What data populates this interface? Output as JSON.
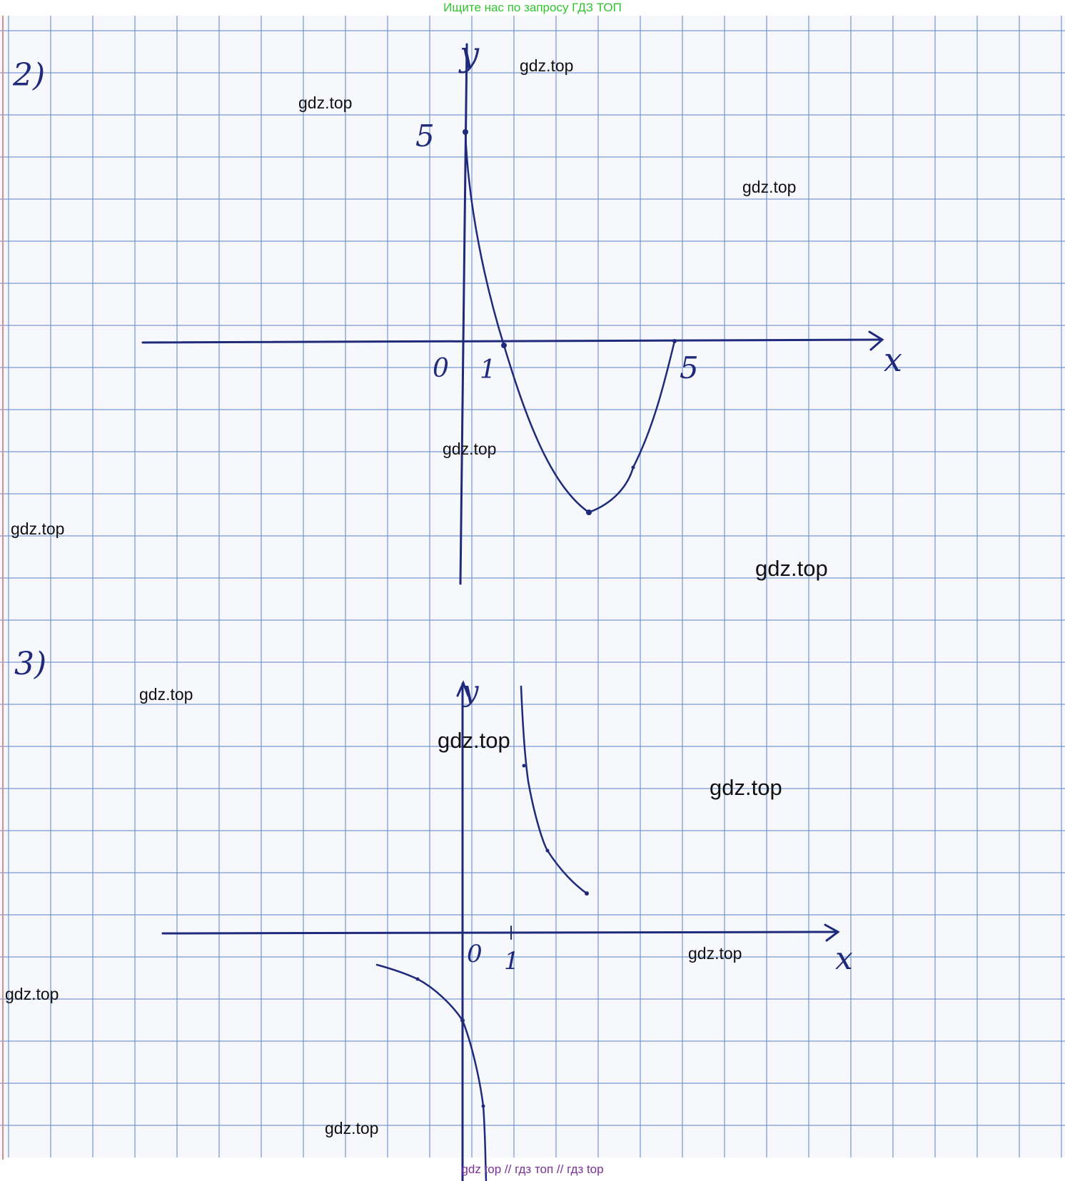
{
  "header": {
    "search_hint": "Ищите нас по запросу ГДЗ ТОП"
  },
  "footer": {
    "links": "gdz top  //  гдз топ  //  гдз top"
  },
  "watermark": "gdz.top",
  "problem_2": {
    "number": "2)",
    "y_axis_label": "y",
    "x_axis_label": "x",
    "origin_label": "0",
    "x_tick_1": "1",
    "x_tick_5": "5",
    "y_tick_5": "5"
  },
  "problem_3": {
    "number": "3)",
    "y_axis_label": "y",
    "x_axis_label": "x",
    "origin_label": "0",
    "x_tick_1": "1"
  },
  "colors": {
    "ink": "#1f2a7a",
    "grid": "#698ccd",
    "banner_top": "#2fc42f",
    "banner_bottom": "#7a2f9a"
  }
}
